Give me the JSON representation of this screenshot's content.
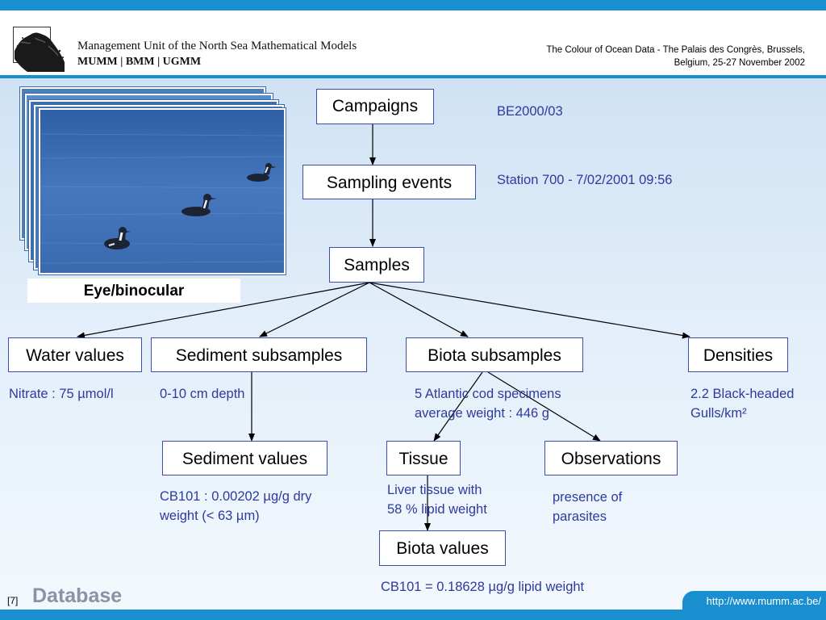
{
  "header": {
    "org_name": "Management Unit of the North Sea Mathematical Models",
    "org_units": "MUMM | BMM | UGMM",
    "conference_line1": "The Colour of Ocean Data - The Palais des Congrès, Brussels,",
    "conference_line2": "Belgium, 25-27 November 2002"
  },
  "photo": {
    "caption": "Eye/binocular"
  },
  "diagram": {
    "nodes": {
      "campaigns": "Campaigns",
      "sampling_events": "Sampling events",
      "samples": "Samples",
      "water_values": "Water values",
      "sediment_subsamples": "Sediment subsamples",
      "biota_subsamples": "Biota subsamples",
      "densities": "Densities",
      "sediment_values": "Sediment values",
      "tissue": "Tissue",
      "observations": "Observations",
      "biota_values": "Biota values"
    },
    "annotations": {
      "campaign": "BE2000/03",
      "station": "Station 700 - 7/02/2001 09:56",
      "nitrate": "Nitrate : 75 µmol/l",
      "depth": "0-10 cm depth",
      "cod_line1": "5 Atlantic cod specimens",
      "cod_line2": "average weight : 446 g",
      "gulls_line1": "2.2 Black-headed",
      "gulls_line2": "Gulls/km²",
      "cb101_sed_line1": "CB101  : 0.00202 µg/g dry",
      "cb101_sed_line2": "weight (< 63 µm)",
      "liver_line1": "Liver tissue with",
      "liver_line2": "58 % lipid weight",
      "parasites_line1": "presence of",
      "parasites_line2": "parasites",
      "cb101_biota": "CB101 = 0.18628 µg/g lipid weight"
    }
  },
  "footer": {
    "page_number": "[7]",
    "title": "Database",
    "url": "http://www.mumm.ac.be/"
  },
  "colors": {
    "accent_bar": "#1a8fd0",
    "box_border": "#3b4eb0",
    "annotation_text": "#2e3a9e",
    "footer_title": "#8894a6"
  }
}
